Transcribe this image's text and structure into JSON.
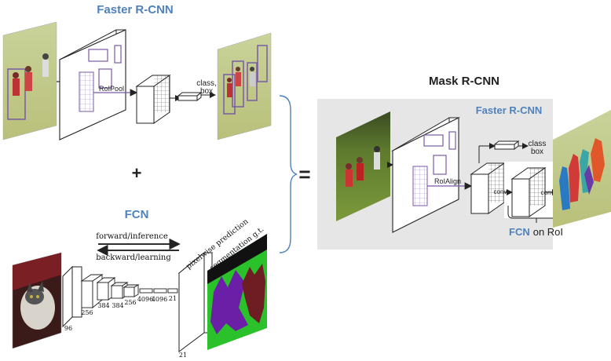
{
  "faster_rcnn": {
    "title": "Faster R-CNN",
    "roi_pool_label": "RoIPool",
    "output_label_line1": "class,",
    "output_label_line2": "box"
  },
  "plus_sign": "+",
  "equals_sign": "=",
  "fcn": {
    "title": "FCN",
    "forward_label": "forward/inference",
    "backward_label": "backward/learning",
    "pixelwise_label": "pixelwise prediction",
    "segmentation_label": "segmentation g.t.",
    "channel_labels": [
      "96",
      "256",
      "384",
      "384",
      "256",
      "4096",
      "4096",
      "21"
    ],
    "final_channel_label": "21"
  },
  "mask_rcnn": {
    "title": "Mask R-CNN",
    "inner_title": "Faster R-CNN",
    "roi_align_label": "RoIAlign",
    "output_label_line1": "class",
    "output_label_line2": "box",
    "conv_label_1": "conv",
    "conv_label_2": "conv",
    "fcn_on_roi_prefix": "FCN",
    "fcn_on_roi_suffix": "on RoI"
  },
  "colors": {
    "accent_blue": "#4f81bd",
    "panel_gray": "#e6e6e6",
    "roi_purple": "#7a5aa6"
  }
}
